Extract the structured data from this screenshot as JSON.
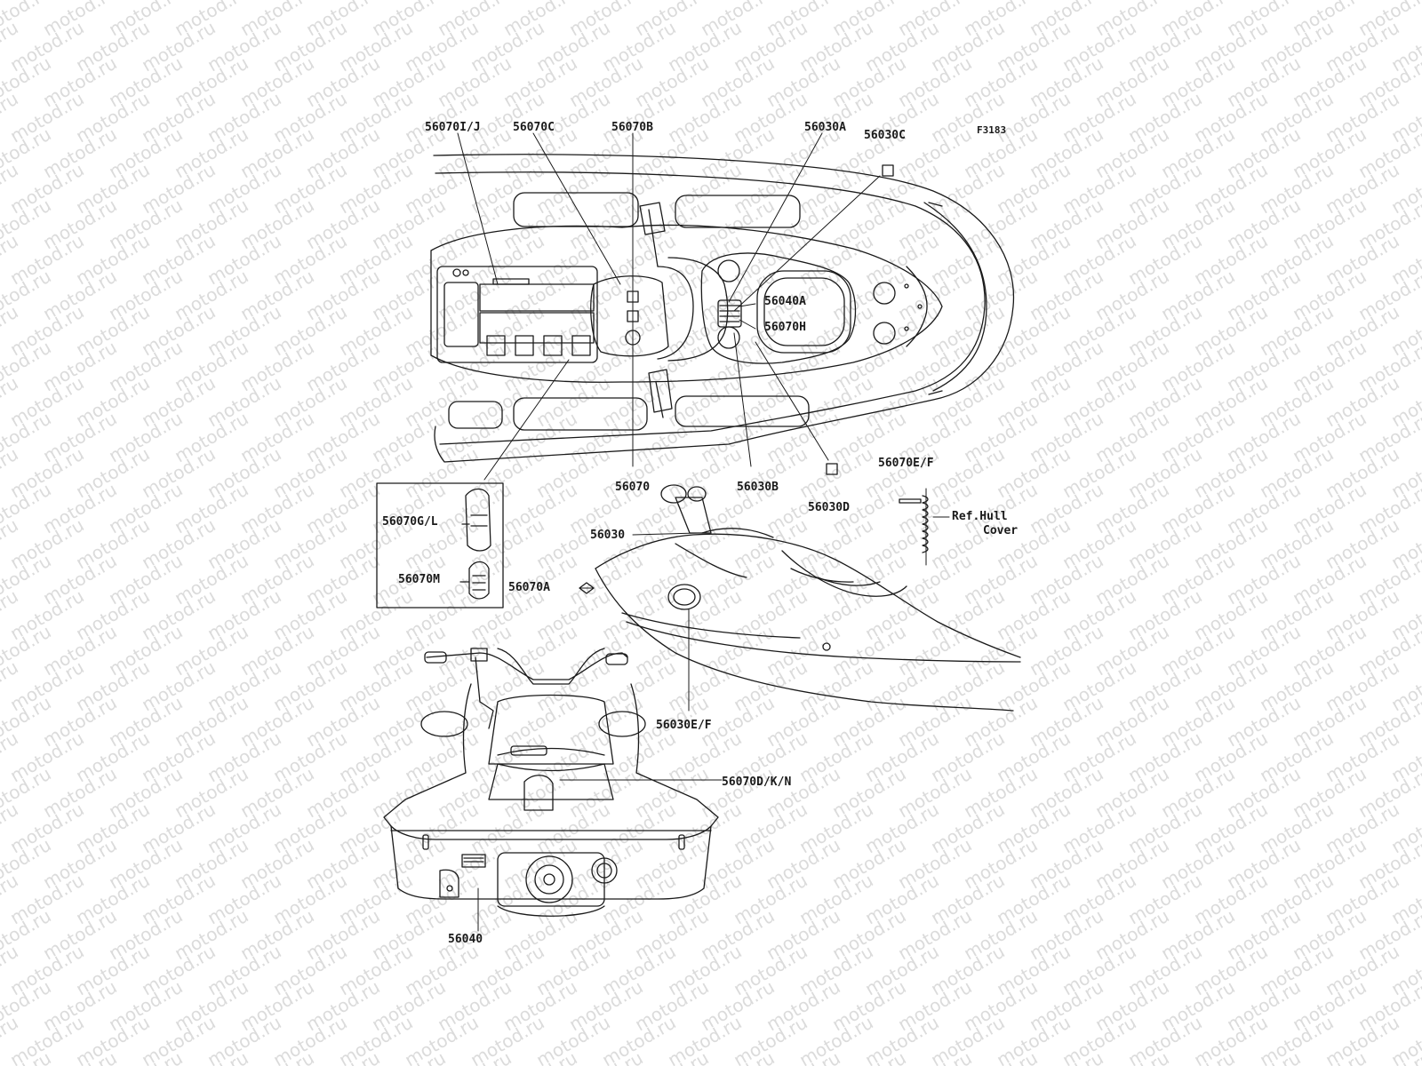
{
  "watermark": "motod.ru",
  "figure_code": "F3183",
  "callouts": {
    "c56070IJ": "56070I/J",
    "c56070C": "56070C",
    "c56070B": "56070B",
    "c56030A": "56030A",
    "c56030C": "56030C",
    "c56040A": "56040A",
    "c56070H": "56070H",
    "c56070": "56070",
    "c56030B": "56030B",
    "c56030D": "56030D",
    "c56070EF": "56070E/F",
    "ref_line1": "Ref.Hull",
    "ref_line2": "Cover",
    "c56070GL": "56070G/L",
    "c56070M": "56070M",
    "c56030": "56030",
    "c56070A": "56070A",
    "c56030EF": "56030E/F",
    "c56070DKN": "56070D/K/N",
    "c56040": "56040"
  },
  "colors": {
    "line": "#1a1a1a",
    "watermark": "#cfcfcf",
    "background": "#ffffff"
  }
}
